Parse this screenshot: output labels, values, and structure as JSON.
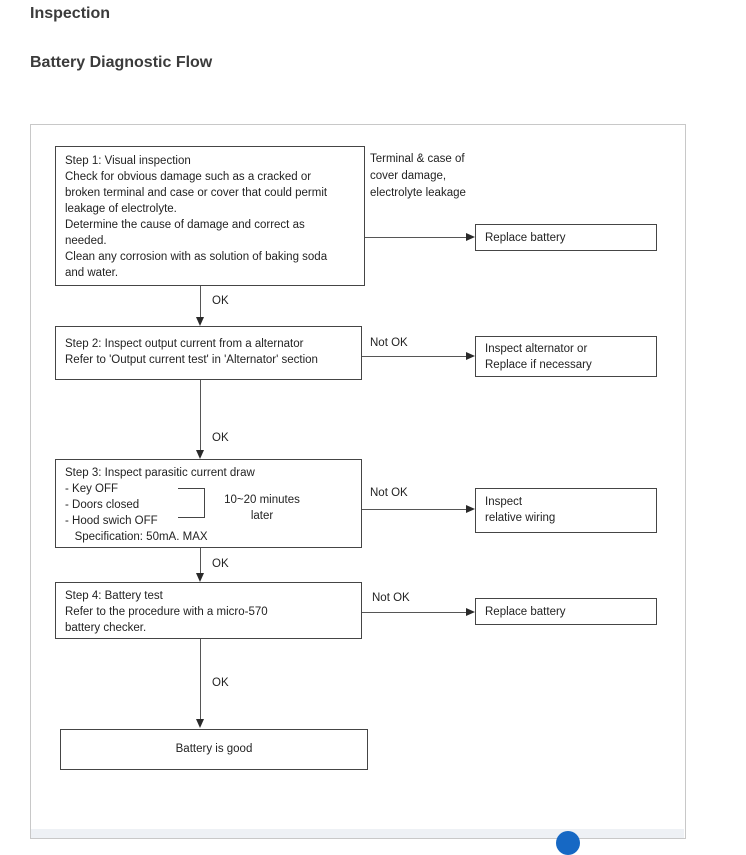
{
  "header": {
    "section_title": "Inspection",
    "page_title": "Battery Diagnostic Flow"
  },
  "flowchart": {
    "labels": {
      "ok": "OK",
      "not_ok": "Not OK"
    },
    "step1": {
      "text": "Step 1: Visual inspection\nCheck for obvious damage such as a cracked or\nbroken terminal and case or cover that could permit\nleakage of electrolyte.\nDetermine the cause of damage and correct as\nneeded.\nClean any corrosion with as solution of baking soda\nand water."
    },
    "cause1": {
      "text": "Terminal & case of\ncover damage,\nelectrolyte leakage"
    },
    "action1": {
      "text": "Replace battery"
    },
    "step2": {
      "text": "Step 2: Inspect output current from a alternator\nRefer to 'Output current test' in 'Alternator' section"
    },
    "action2": {
      "text": "Inspect alternator or\nReplace if necessary"
    },
    "step3": {
      "text": "Step 3: Inspect parasitic current draw\n- Key OFF\n- Doors closed\n- Hood swich OFF\n   Specification: 50mA. MAX",
      "timing_note": "10~20 minutes\nlater"
    },
    "action3": {
      "text": "Inspect\nrelative wiring"
    },
    "step4": {
      "text": "Step 4: Battery test\nRefer to the procedure with a micro-570\nbattery checker."
    },
    "action4": {
      "text": "Replace battery"
    },
    "result": {
      "text": "Battery is good"
    }
  },
  "colors": {
    "accent_blue": "#1668c4",
    "frame_border": "#c8c8c8",
    "box_border": "#454545"
  }
}
